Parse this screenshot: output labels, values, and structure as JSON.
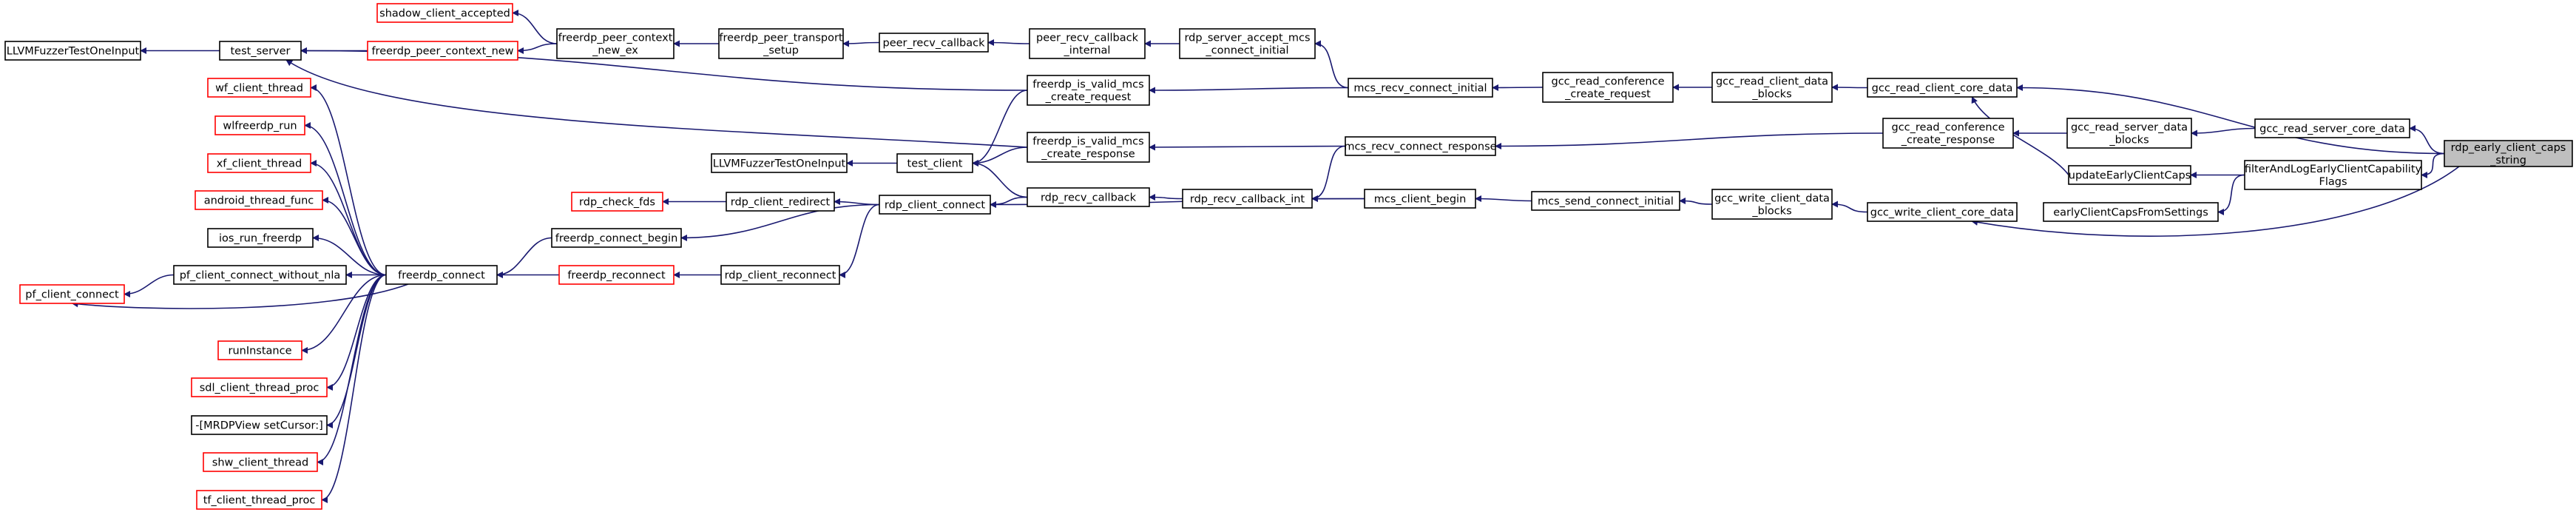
{
  "colors": {
    "edge": "#191970",
    "node_border": "#000000",
    "node_border_external": "#ff0000",
    "root_fill": "#bfbfbf"
  },
  "nodes": {
    "root": [
      "rdp_early_client_caps",
      "_string"
    ],
    "gcc_read_client_core_data": [
      "gcc_read_client_core_data"
    ],
    "gcc_read_server_core_data": [
      "gcc_read_server_core_data"
    ],
    "filterAndLog": [
      "filterAndLogEarlyClientCapability",
      "Flags"
    ],
    "gcc_read_client_data_blocks": [
      "gcc_read_client_data",
      "_blocks"
    ],
    "updateEarlyClientCaps": [
      "updateEarlyClientCaps"
    ],
    "gcc_read_server_data_blocks": [
      "gcc_read_server_data",
      "_blocks"
    ],
    "earlyClientCapsFromSettings": [
      "earlyClientCapsFromSettings"
    ],
    "gcc_write_client_core_data": [
      "gcc_write_client_core_data"
    ],
    "gcc_read_conference_create_request": [
      "gcc_read_conference",
      "_create_request"
    ],
    "gcc_read_conference_create_response": [
      "gcc_read_conference",
      "_create_response"
    ],
    "gcc_write_client_data_blocks": [
      "gcc_write_client_data",
      "_blocks"
    ],
    "mcs_recv_connect_initial": [
      "mcs_recv_connect_initial"
    ],
    "mcs_recv_connect_response": [
      "mcs_recv_connect_response"
    ],
    "mcs_send_connect_initial": [
      "mcs_send_connect_initial"
    ],
    "rdp_server_accept_mcs_connect_initial": [
      "rdp_server_accept_mcs",
      "_connect_initial"
    ],
    "freerdp_is_valid_mcs_create_request": [
      "freerdp_is_valid_mcs",
      "_create_request"
    ],
    "freerdp_is_valid_mcs_create_response": [
      "freerdp_is_valid_mcs",
      "_create_response"
    ],
    "rdp_recv_callback_int": [
      "rdp_recv_callback_int"
    ],
    "mcs_client_begin": [
      "mcs_client_begin"
    ],
    "peer_recv_callback_internal": [
      "peer_recv_callback",
      "_internal"
    ],
    "rdp_recv_callback": [
      "rdp_recv_callback"
    ],
    "peer_recv_callback": [
      "peer_recv_callback"
    ],
    "freerdp_peer_transport_setup": [
      "freerdp_peer_transport",
      "_setup"
    ],
    "freerdp_peer_context_new_ex": [
      "freerdp_peer_context",
      "_new_ex"
    ],
    "shadow_client_accepted": [
      "shadow_client_accepted"
    ],
    "freerdp_peer_context_new": [
      "freerdp_peer_context_new"
    ],
    "test_server": [
      "test_server"
    ],
    "LLVMFuzzerTestOneInput_1": [
      "LLVMFuzzerTestOneInput"
    ],
    "test_client": [
      "test_client"
    ],
    "LLVMFuzzerTestOneInput_2": [
      "LLVMFuzzerTestOneInput"
    ],
    "rdp_client_connect": [
      "rdp_client_connect"
    ],
    "rdp_client_redirect": [
      "rdp_client_redirect"
    ],
    "rdp_check_fds": [
      "rdp_check_fds"
    ],
    "rdp_client_reconnect": [
      "rdp_client_reconnect"
    ],
    "freerdp_connect_begin": [
      "freerdp_connect_begin"
    ],
    "freerdp_reconnect": [
      "freerdp_reconnect"
    ],
    "freerdp_connect": [
      "freerdp_connect"
    ],
    "wf_client_thread": [
      "wf_client_thread"
    ],
    "wlfreerdp_run": [
      "wlfreerdp_run"
    ],
    "xf_client_thread": [
      "xf_client_thread"
    ],
    "android_thread_func": [
      "android_thread_func"
    ],
    "ios_run_freerdp": [
      "ios_run_freerdp"
    ],
    "pf_client_connect_without_nla": [
      "pf_client_connect_without_nla"
    ],
    "pf_client_connect": [
      "pf_client_connect"
    ],
    "runInstance": [
      "runInstance"
    ],
    "sdl_client_thread_proc": [
      "sdl_client_thread_proc"
    ],
    "MRDPView_setCursor": [
      "-[MRDPView setCursor:]"
    ],
    "shw_client_thread": [
      "shw_client_thread"
    ],
    "tf_client_thread_proc": [
      "tf_client_thread_proc"
    ]
  },
  "edges": [
    [
      "gcc_read_client_core_data",
      "root"
    ],
    [
      "gcc_read_server_core_data",
      "root"
    ],
    [
      "filterAndLog",
      "root"
    ],
    [
      "gcc_write_client_core_data",
      "root"
    ],
    [
      "gcc_read_client_data_blocks",
      "gcc_read_client_core_data"
    ],
    [
      "gcc_read_server_data_blocks",
      "gcc_read_server_core_data"
    ],
    [
      "updateEarlyClientCaps",
      "filterAndLog"
    ],
    [
      "earlyClientCapsFromSettings",
      "filterAndLog"
    ],
    [
      "gcc_read_client_core_data",
      "updateEarlyClientCaps"
    ],
    [
      "gcc_write_client_data_blocks",
      "gcc_write_client_core_data"
    ],
    [
      "gcc_read_conference_create_request",
      "gcc_read_client_data_blocks"
    ],
    [
      "gcc_read_conference_create_response",
      "gcc_read_server_data_blocks"
    ],
    [
      "mcs_recv_connect_initial",
      "gcc_read_conference_create_request"
    ],
    [
      "mcs_recv_connect_response",
      "gcc_read_conference_create_response"
    ],
    [
      "mcs_send_connect_initial",
      "gcc_write_client_data_blocks"
    ],
    [
      "rdp_server_accept_mcs_connect_initial",
      "mcs_recv_connect_initial"
    ],
    [
      "freerdp_is_valid_mcs_create_request",
      "mcs_recv_connect_initial"
    ],
    [
      "freerdp_is_valid_mcs_create_response",
      "mcs_recv_connect_response"
    ],
    [
      "rdp_recv_callback_int",
      "mcs_recv_connect_response"
    ],
    [
      "mcs_client_begin",
      "mcs_send_connect_initial"
    ],
    [
      "peer_recv_callback_internal",
      "rdp_server_accept_mcs_connect_initial"
    ],
    [
      "rdp_recv_callback",
      "rdp_recv_callback_int"
    ],
    [
      "rdp_recv_callback_int",
      "mcs_client_begin"
    ],
    [
      "peer_recv_callback",
      "peer_recv_callback_internal"
    ],
    [
      "freerdp_peer_transport_setup",
      "peer_recv_callback"
    ],
    [
      "freerdp_peer_context_new_ex",
      "freerdp_peer_transport_setup"
    ],
    [
      "shadow_client_accepted",
      "freerdp_peer_context_new_ex"
    ],
    [
      "freerdp_peer_context_new",
      "freerdp_peer_context_new_ex"
    ],
    [
      "test_server",
      "freerdp_peer_context_new"
    ],
    [
      "test_server",
      "freerdp_is_valid_mcs_create_request"
    ],
    [
      "test_server",
      "freerdp_is_valid_mcs_create_response"
    ],
    [
      "LLVMFuzzerTestOneInput_1",
      "test_server"
    ],
    [
      "test_client",
      "freerdp_is_valid_mcs_create_request"
    ],
    [
      "test_client",
      "freerdp_is_valid_mcs_create_response"
    ],
    [
      "test_client",
      "rdp_recv_callback"
    ],
    [
      "LLVMFuzzerTestOneInput_2",
      "test_client"
    ],
    [
      "rdp_client_connect",
      "rdp_recv_callback"
    ],
    [
      "rdp_client_connect",
      "mcs_client_begin"
    ],
    [
      "rdp_client_redirect",
      "rdp_client_connect"
    ],
    [
      "rdp_check_fds",
      "rdp_client_redirect"
    ],
    [
      "rdp_client_reconnect",
      "rdp_client_connect"
    ],
    [
      "freerdp_connect_begin",
      "rdp_client_connect"
    ],
    [
      "freerdp_reconnect",
      "rdp_client_reconnect"
    ],
    [
      "freerdp_connect",
      "freerdp_connect_begin"
    ],
    [
      "freerdp_connect",
      "freerdp_reconnect"
    ],
    [
      "wf_client_thread",
      "freerdp_connect"
    ],
    [
      "wlfreerdp_run",
      "freerdp_connect"
    ],
    [
      "xf_client_thread",
      "freerdp_connect"
    ],
    [
      "android_thread_func",
      "freerdp_connect"
    ],
    [
      "ios_run_freerdp",
      "freerdp_connect"
    ],
    [
      "pf_client_connect_without_nla",
      "freerdp_connect"
    ],
    [
      "pf_client_connect",
      "pf_client_connect_without_nla"
    ],
    [
      "pf_client_connect",
      "freerdp_connect"
    ],
    [
      "runInstance",
      "freerdp_connect"
    ],
    [
      "sdl_client_thread_proc",
      "freerdp_connect"
    ],
    [
      "MRDPView_setCursor",
      "freerdp_connect"
    ],
    [
      "shw_client_thread",
      "freerdp_connect"
    ],
    [
      "tf_client_thread_proc",
      "freerdp_connect"
    ]
  ]
}
